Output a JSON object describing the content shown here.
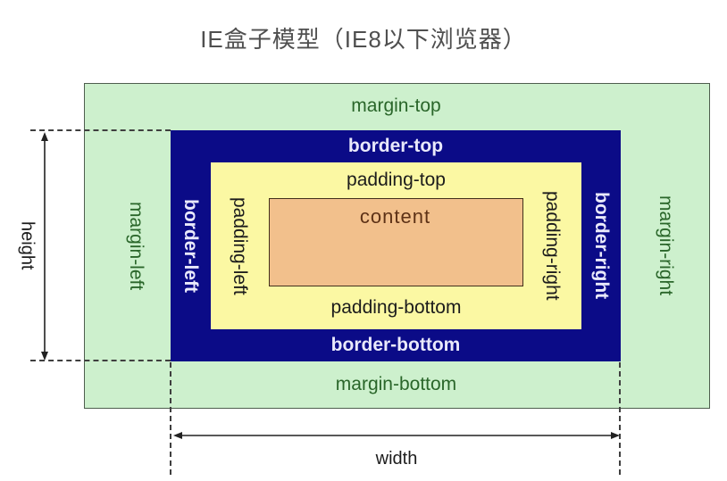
{
  "title": "IE盒子模型（IE8以下浏览器）",
  "box_model": {
    "margin": {
      "top": "margin-top",
      "right": "margin-right",
      "bottom": "margin-bottom",
      "left": "margin-left"
    },
    "border": {
      "top": "border-top",
      "right": "border-right",
      "bottom": "border-bottom",
      "left": "border-left"
    },
    "padding": {
      "top": "padding-top",
      "right": "padding-right",
      "bottom": "padding-bottom",
      "left": "padding-left"
    },
    "content": "content"
  },
  "measurements": {
    "height": "height",
    "width": "width"
  },
  "colors": {
    "margin_fill": "#cdf0cd",
    "border_fill": "#0b0b87",
    "padding_fill": "#fbf8a3",
    "content_fill": "#f2c08c",
    "margin_text": "#2a662a",
    "border_text": "#e9e9fb",
    "padding_text": "#1c1c1c",
    "content_text": "#5d3116",
    "title_text": "#4f4f4f",
    "guide_line": "#3f3f3f"
  }
}
